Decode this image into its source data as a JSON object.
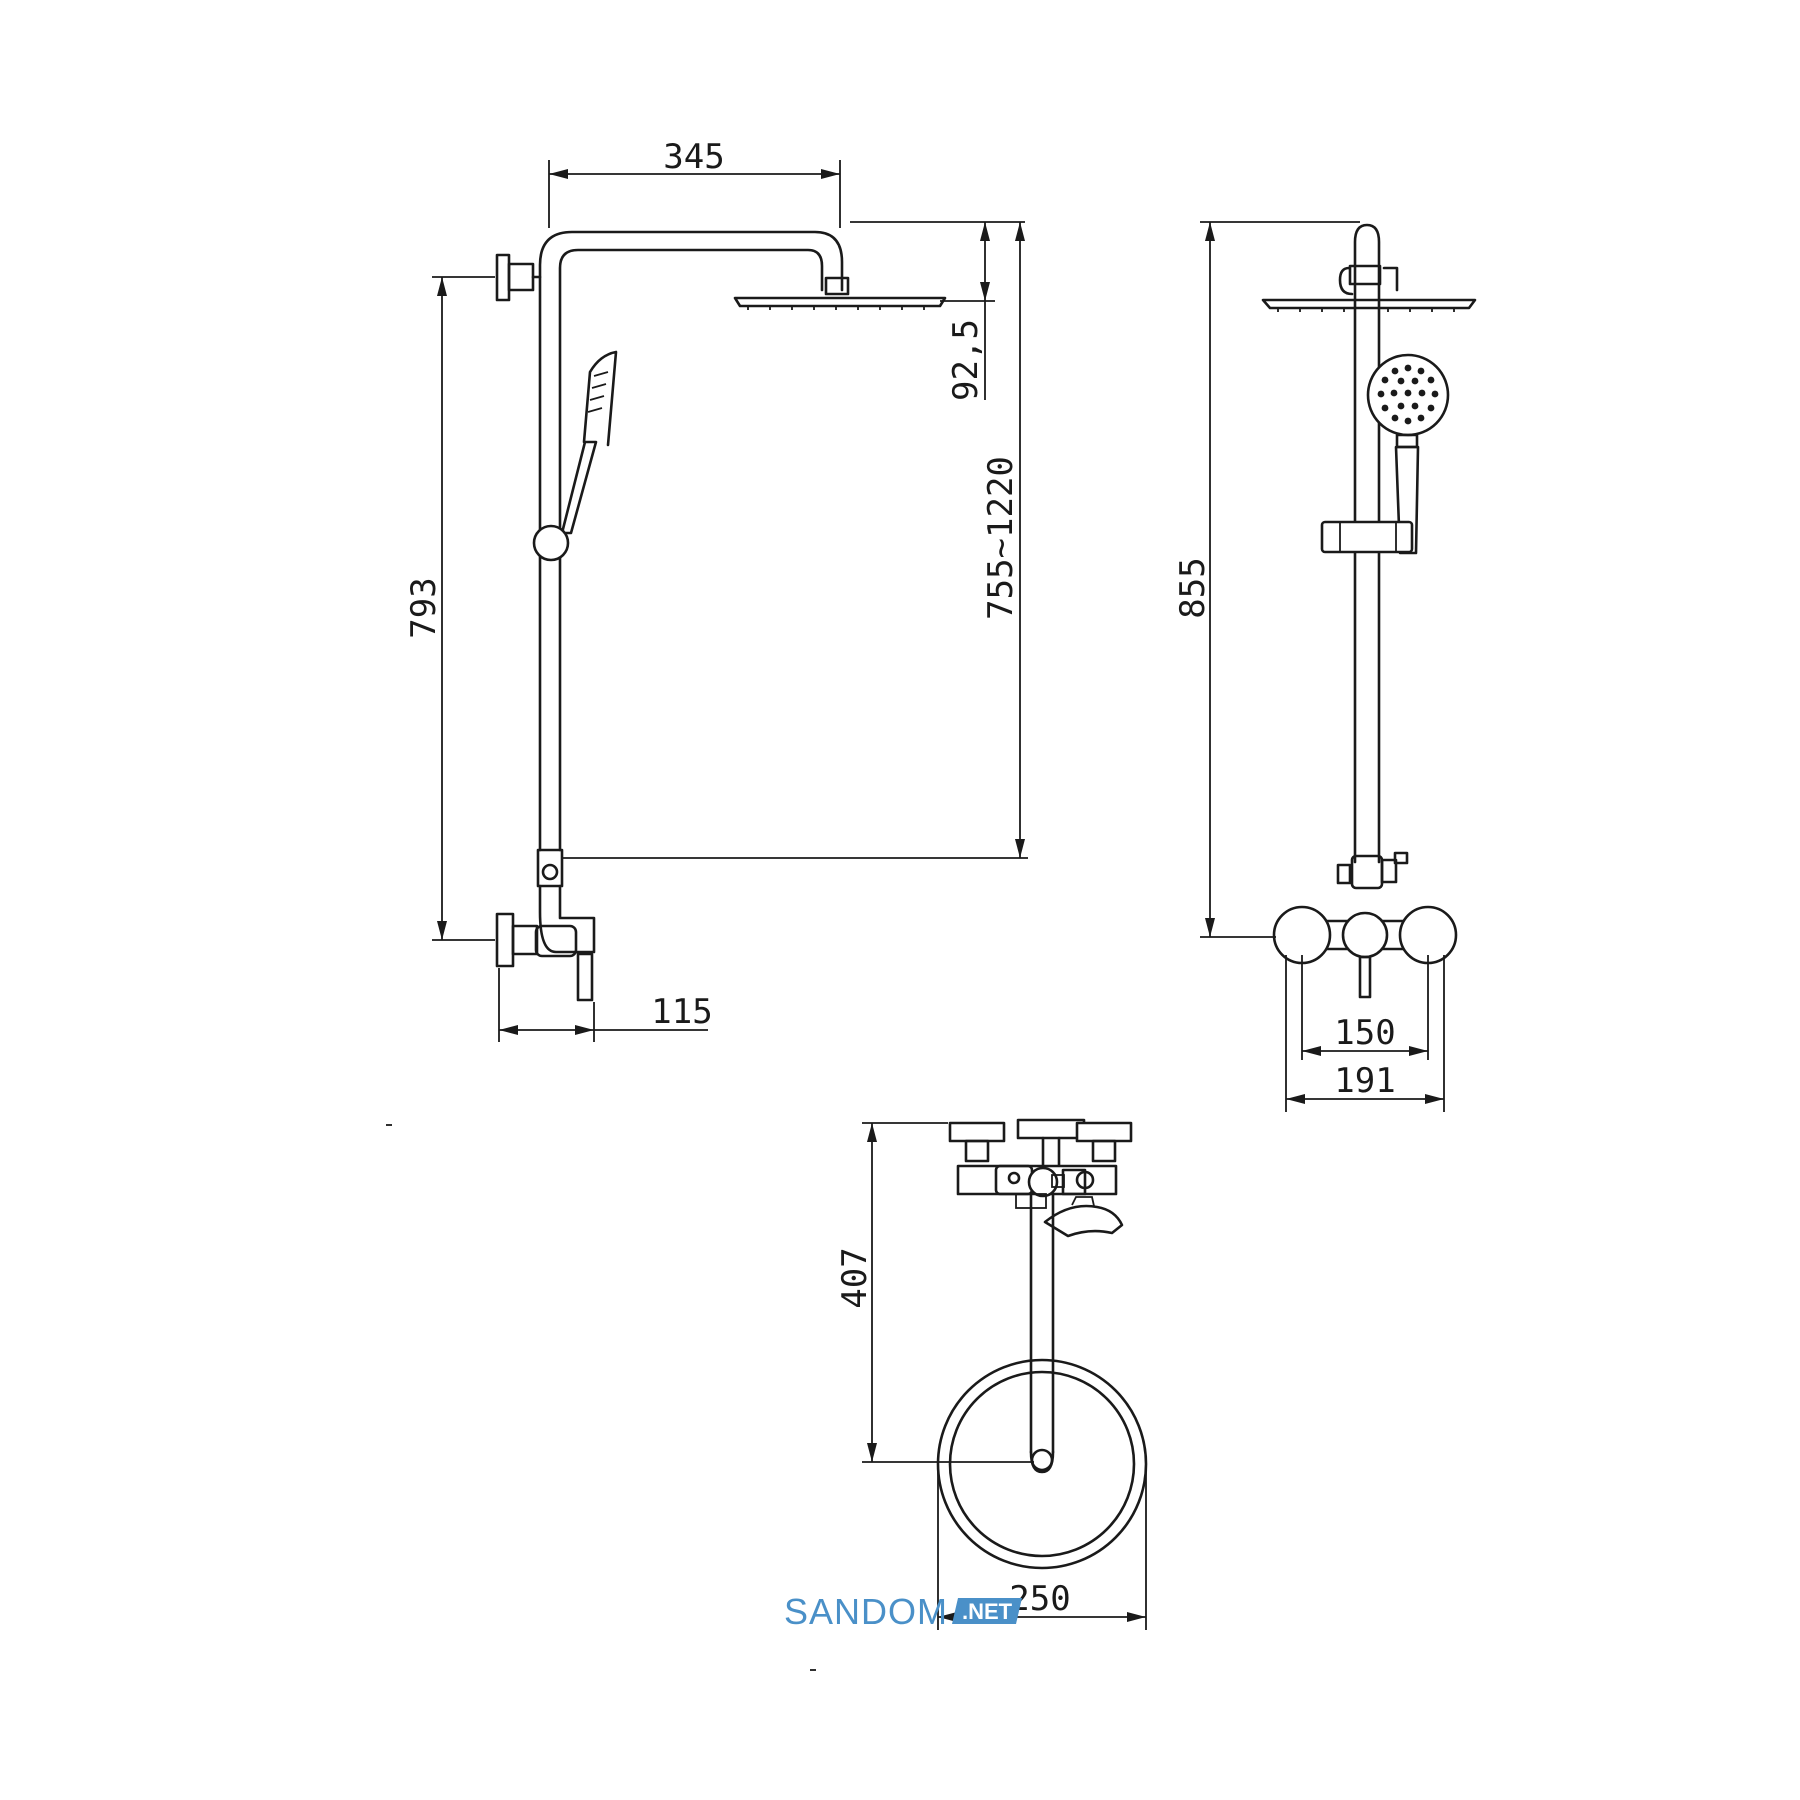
{
  "dimensions": {
    "side_arm_width": "345",
    "side_head_drop": "92,5",
    "side_height_range": "755~1220",
    "side_total_height": "793",
    "side_wall_offset": "115",
    "front_total_height": "855",
    "front_inlet_spacing": "150",
    "front_mixer_width": "191",
    "top_projection": "407",
    "top_head_diameter": "250"
  },
  "watermark": {
    "text": "SANDOM",
    "badge": ".NET",
    "color": "#4a90c8"
  }
}
